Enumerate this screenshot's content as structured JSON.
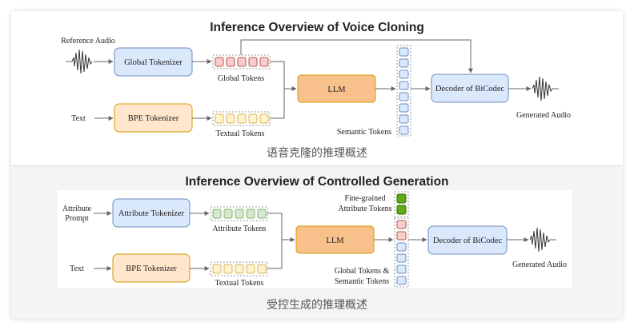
{
  "top": {
    "title": "Inference Overview of Voice Cloning",
    "reference_audio": "Reference Audio",
    "global_tokenizer": "Global Tokenizer",
    "global_tokens": "Global Tokens",
    "text": "Text",
    "bpe_tokenizer": "BPE Tokenizer",
    "textual_tokens": "Textual Tokens",
    "llm": "LLM",
    "semantic_tokens": "Semantic Tokens",
    "decoder": "Decoder of BiCodec",
    "generated_audio": "Generated Audio",
    "caption": "语音克隆的推理概述"
  },
  "bottom": {
    "title": "Inference Overview of Controlled Generation",
    "attribute_prompt_line1": "Attribute",
    "attribute_prompt_line2": "Prompt",
    "attribute_tokenizer": "Attribute Tokenizer",
    "attribute_tokens": "Attribute Tokens",
    "text": "Text",
    "bpe_tokenizer": "BPE Tokenizer",
    "textual_tokens": "Textual Tokens",
    "llm": "LLM",
    "fine_grained_line1": "Fine-grained",
    "fine_grained_line2": "Attribute Tokens",
    "global_semantic_line1": "Global Tokens &",
    "global_semantic_line2": "Semantic Tokens",
    "decoder": "Decoder of BiCodec",
    "generated_audio": "Generated Audio",
    "caption": "受控生成的推理概述"
  },
  "colors": {
    "blue_box": "#dae8fc",
    "blue_stroke": "#6c8ebf",
    "orange_box": "#ffe6cc",
    "orange_stroke": "#d79b00",
    "llm_box": "#f8c18c",
    "red_token": "#f8cecc",
    "yellow_token": "#fff2cc",
    "green_token": "#d5e8d4",
    "dark_green_token": "#60a917",
    "blue_token": "#dae8fc"
  }
}
